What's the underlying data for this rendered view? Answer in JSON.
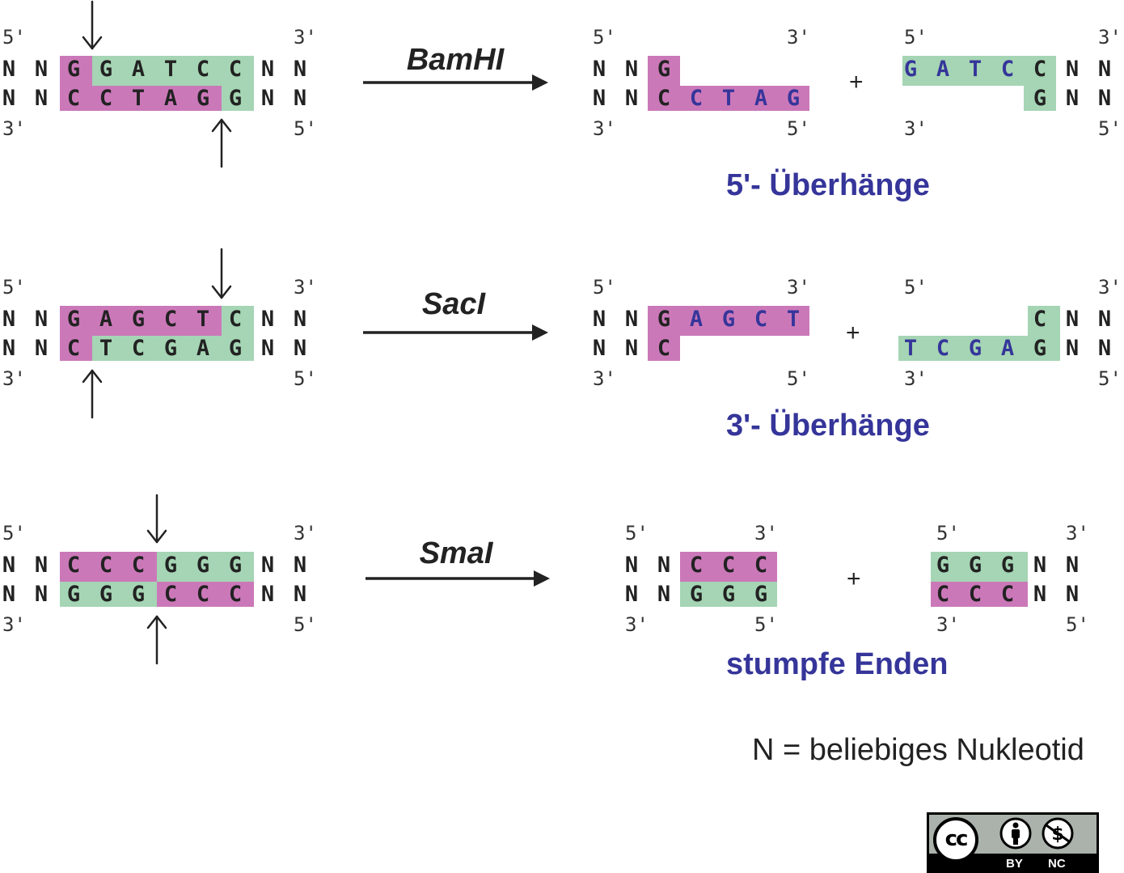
{
  "labels": {
    "five_prime": "5'",
    "three_prime": "3'",
    "plus": "+"
  },
  "enzymes": {
    "bamhi": "BamHI",
    "saci": "SacI",
    "smai": "SmaI"
  },
  "captions": {
    "overhang5": "5'- Überhänge",
    "overhang3": "3'- Überhänge",
    "blunt": "stumpfe Enden"
  },
  "legend": "N = beliebiges Nukleotid",
  "license": {
    "cc": "cc",
    "by": "BY",
    "nc": "NC"
  },
  "rows": {
    "bamhi": {
      "top": [
        "N",
        "N",
        "G",
        "G",
        "A",
        "T",
        "C",
        "C",
        "N",
        "N"
      ],
      "bottom": [
        "N",
        "N",
        "C",
        "C",
        "T",
        "A",
        "G",
        "G",
        "N",
        "N"
      ],
      "left_top": [
        "N",
        "N",
        "G"
      ],
      "left_bottom": [
        "N",
        "N",
        "C",
        "C",
        "T",
        "A",
        "G"
      ],
      "right_top": [
        "G",
        "A",
        "T",
        "C",
        "C",
        "N",
        "N"
      ],
      "right_bottom": [
        "G",
        "N",
        "N"
      ]
    },
    "saci": {
      "top": [
        "N",
        "N",
        "G",
        "A",
        "G",
        "C",
        "T",
        "C",
        "N",
        "N"
      ],
      "bottom": [
        "N",
        "N",
        "C",
        "T",
        "C",
        "G",
        "A",
        "G",
        "N",
        "N"
      ],
      "left_top": [
        "N",
        "N",
        "G",
        "A",
        "G",
        "C",
        "T"
      ],
      "left_bottom": [
        "N",
        "N",
        "C"
      ],
      "right_top": [
        "C",
        "N",
        "N"
      ],
      "right_bottom": [
        "T",
        "C",
        "G",
        "A",
        "G",
        "N",
        "N"
      ]
    },
    "smai": {
      "top": [
        "N",
        "N",
        "C",
        "C",
        "C",
        "G",
        "G",
        "G",
        "N",
        "N"
      ],
      "bottom": [
        "N",
        "N",
        "G",
        "G",
        "G",
        "C",
        "C",
        "C",
        "N",
        "N"
      ],
      "left_top": [
        "N",
        "N",
        "C",
        "C",
        "C"
      ],
      "left_bottom": [
        "N",
        "N",
        "G",
        "G",
        "G"
      ],
      "right_top": [
        "G",
        "G",
        "G",
        "N",
        "N"
      ],
      "right_bottom": [
        "C",
        "C",
        "C",
        "N",
        "N"
      ]
    }
  },
  "colors": {
    "pink": "#cb78b9",
    "green": "#a5d5b4",
    "blue": "#35359a",
    "dark": "#222222"
  }
}
